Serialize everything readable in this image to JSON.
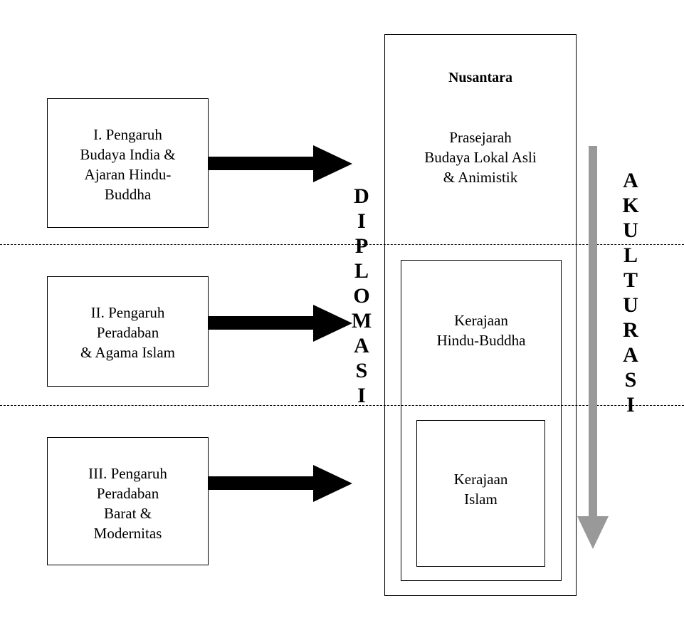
{
  "left_boxes": [
    {
      "label": "I. Pengaruh\nBudaya India &\nAjaran Hindu-\nBuddha"
    },
    {
      "label": "II. Pengaruh\nPeradaban\n& Agama Islam"
    },
    {
      "label": "III. Pengaruh\nPeradaban\nBarat &\nModernitas"
    }
  ],
  "nusantara": {
    "title": "Nusantara",
    "prasejarah": "Prasejarah\nBudaya Lokal Asli\n& Animistik",
    "hindu_buddha": "Kerajaan\nHindu-Buddha",
    "islam": "Kerajaan\nIslam"
  },
  "diplomasi_letters": [
    "D",
    "I",
    "P",
    "L",
    "O",
    "M",
    "A",
    "S",
    "I"
  ],
  "akulturasi_letters": [
    "A",
    "K",
    "U",
    "L",
    "T",
    "U",
    "R",
    "A",
    "S",
    "I"
  ],
  "colors": {
    "arrow": "#000000",
    "akulturasi_arrow": "#999999"
  }
}
